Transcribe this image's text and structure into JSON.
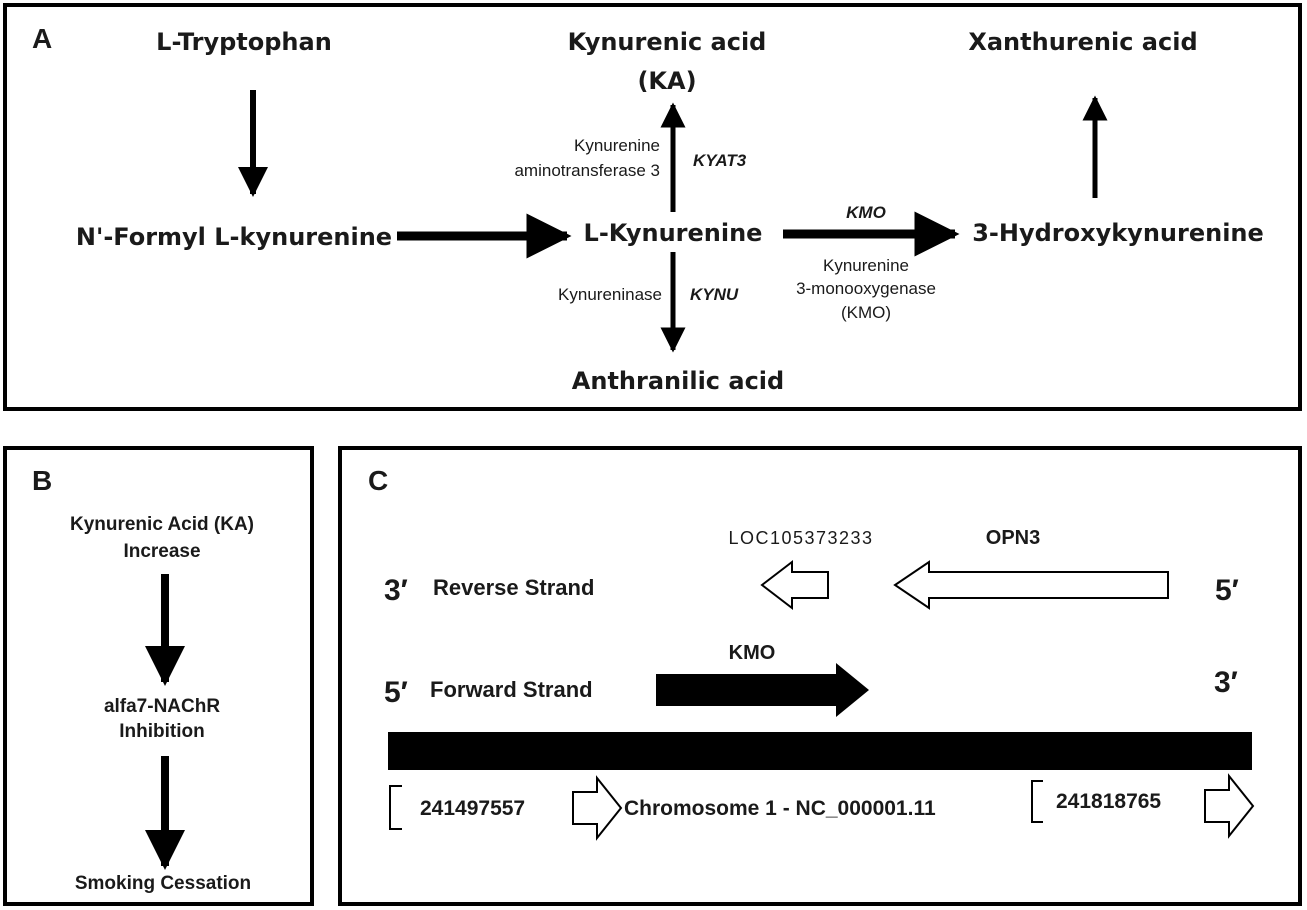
{
  "panel_a": {
    "label": "A",
    "tryptophan": "L-Tryptophan",
    "formyl_kynurenine": "N'-Formyl L-kynurenine",
    "kynurenine": "L-Kynurenine",
    "kynurenic_acid_line1": "Kynurenic acid",
    "kynurenic_acid_line2": "(KA)",
    "xanthurenic_acid": "Xanthurenic acid",
    "hydroxykynurenine": "3-Hydroxykynurenine",
    "anthranilic_acid": "Anthranilic acid",
    "kyat3_enzyme_line1": "Kynurenine",
    "kyat3_enzyme_line2": "aminotransferase 3",
    "kyat3_gene": "KYAT3",
    "kynu_enzyme": "Kynureninase",
    "kynu_gene": "KYNU",
    "kmo_gene": "KMO",
    "kmo_enzyme_line1": "Kynurenine",
    "kmo_enzyme_line2": "3-monooxygenase",
    "kmo_enzyme_line3": "(KMO)"
  },
  "panel_b": {
    "label": "B",
    "step1_line1": "Kynurenic Acid (KA)",
    "step1_line2": "Increase",
    "step2_line1": "alfa7-NAChR",
    "step2_line2": "Inhibition",
    "step3": "Smoking Cessation"
  },
  "panel_c": {
    "label": "C",
    "loc_gene": "LOC105373233",
    "opn3_gene": "OPN3",
    "kmo_gene": "KMO",
    "reverse_3prime": "3′",
    "reverse_label": "Reverse Strand",
    "reverse_5prime": "5′",
    "forward_5prime": "5′",
    "forward_label": "Forward Strand",
    "forward_3prime": "3′",
    "start_coord": "241497557",
    "chromosome_label": "Chromosome 1 - NC_000001.11",
    "end_coord": "241818765"
  }
}
